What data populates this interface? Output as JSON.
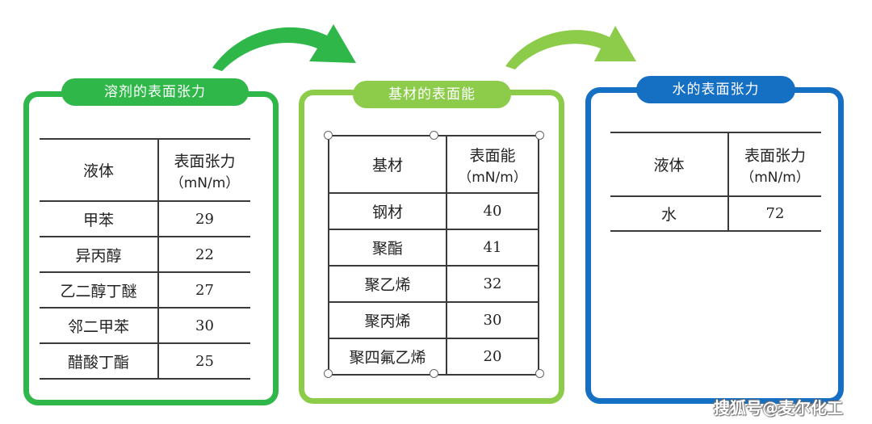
{
  "panels": [
    {
      "title": "溶剂的表面张力",
      "color": "#2fb74a",
      "header": {
        "col1": "液体",
        "col2_line1": "表面张力",
        "col2_line2": "（mN/m）"
      },
      "rows": [
        {
          "name": "甲苯",
          "value": "29"
        },
        {
          "name": "异丙醇",
          "value": "22"
        },
        {
          "name": "乙二醇丁醚",
          "value": "27"
        },
        {
          "name": "邻二甲苯",
          "value": "30"
        },
        {
          "name": "醋酸丁酯",
          "value": "25"
        }
      ]
    },
    {
      "title": "基材的表面能",
      "color": "#8ccc4a",
      "header": {
        "col1": "基材",
        "col2_line1": "表面能",
        "col2_line2": "（mN/m）"
      },
      "rows": [
        {
          "name": "钢材",
          "value": "40"
        },
        {
          "name": "聚酯",
          "value": "41"
        },
        {
          "name": "聚乙烯",
          "value": "32"
        },
        {
          "name": "聚丙烯",
          "value": "30"
        },
        {
          "name": "聚四氟乙烯",
          "value": "20"
        }
      ]
    },
    {
      "title": "水的表面张力",
      "color": "#1570c4",
      "header": {
        "col1": "液体",
        "col2_line1": "表面张力",
        "col2_line2": "（mN/m）"
      },
      "rows": [
        {
          "name": "水",
          "value": "72"
        }
      ]
    }
  ],
  "arrows": {
    "arrow1_color": "#2fb74a",
    "arrow2_color": "#8ccc4a",
    "direction": "right"
  },
  "watermark": "搜狐号@麦尔化工"
}
